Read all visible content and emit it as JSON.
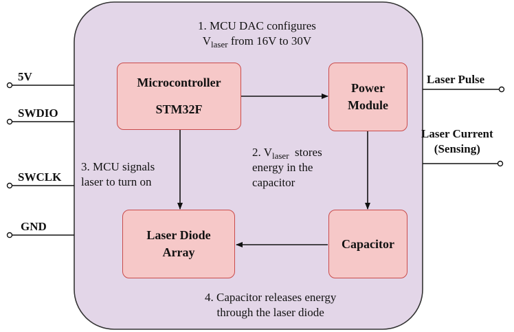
{
  "pins_left": [
    {
      "label": "5V"
    },
    {
      "label": "SWDIO"
    },
    {
      "label": "SWCLK"
    },
    {
      "label": "GND"
    }
  ],
  "pins_right": [
    {
      "label": "Laser Pulse"
    },
    {
      "label_line1": "Laser Current",
      "label_line2": "(Sensing)"
    }
  ],
  "blocks": {
    "microcontroller": {
      "line1": "Microcontroller",
      "line2": "STM32F"
    },
    "power_module": {
      "line1": "Power",
      "line2": "Module"
    },
    "laser_diode": {
      "line1": "Laser Diode",
      "line2": "Array"
    },
    "capacitor": {
      "line1": "Capacitor"
    }
  },
  "steps": {
    "step1": {
      "line1": "1. MCU DAC configures",
      "v": "V",
      "sub": "laser",
      "rest": " from 16V to 30V"
    },
    "step2": {
      "prefix": "2. ",
      "v": "V",
      "sub": "laser",
      "rest": "  stores",
      "line2": "energy in the",
      "line3": "capacitor"
    },
    "step3": {
      "line1": "3. MCU signals",
      "line2": "laser to turn on"
    },
    "step4": {
      "line1": "4. Capacitor releases energy",
      "line2": "through the laser diode"
    }
  },
  "colors": {
    "enclosure_fill": "#e3d6e8",
    "enclosure_stroke": "#333333",
    "block_fill": "#f6c8c8",
    "block_stroke": "#c94a4a"
  }
}
